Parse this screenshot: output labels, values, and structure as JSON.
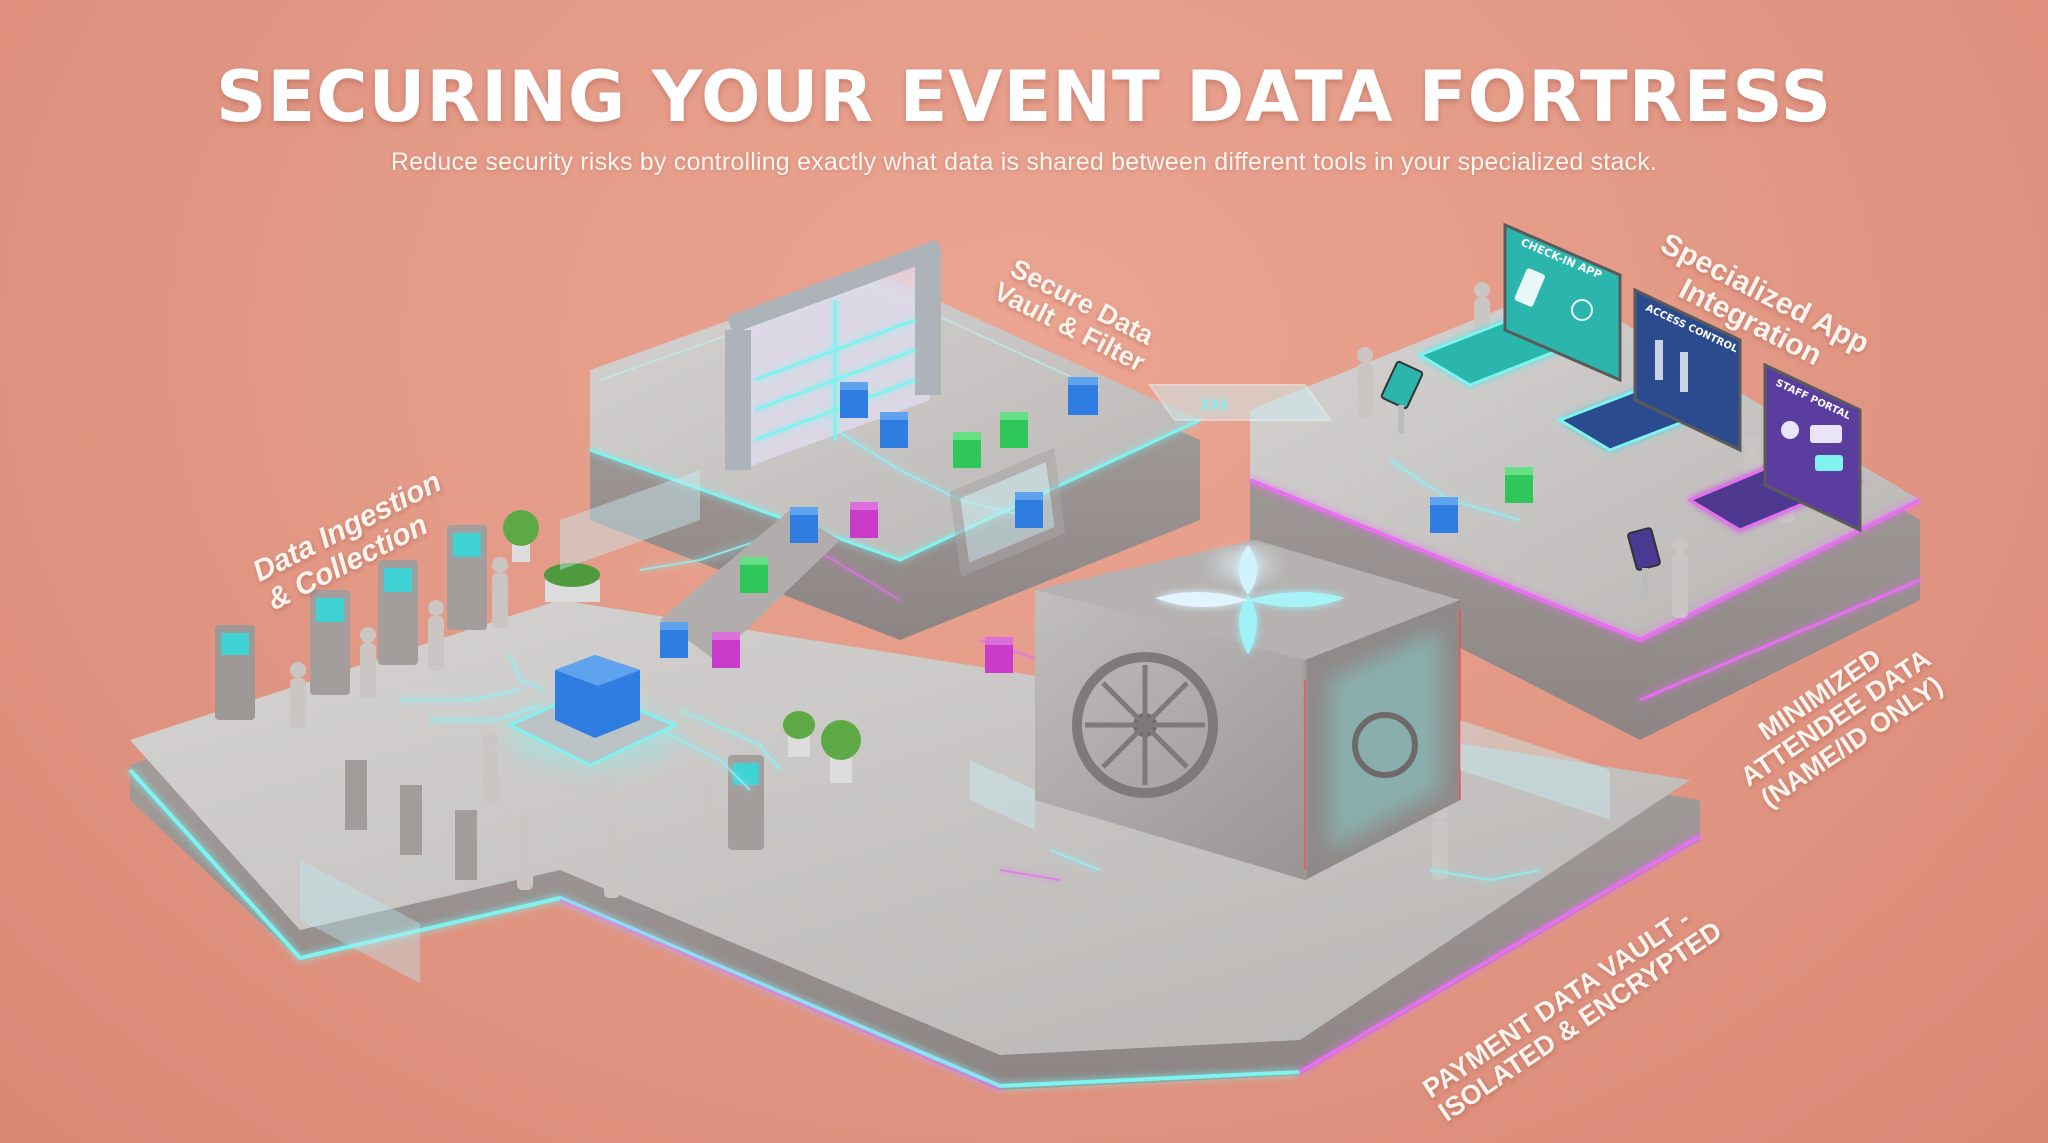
{
  "header": {
    "title": "SECURING YOUR EVENT DATA FORTRESS",
    "subtitle": "Reduce security risks by controlling exactly what data is shared between different tools in your specialized stack."
  },
  "zones": {
    "ingestion": {
      "label": "Data Ingestion\n& Collection"
    },
    "vault_filter": {
      "label": "Secure Data\nVault & Filter"
    },
    "specialized": {
      "label": "Specialized App\nIntegration"
    },
    "minimized": {
      "label": "MINIMIZED\nATTENDEE DATA\n(NAME/ID ONLY)"
    },
    "payment": {
      "label": "PAYMENT DATA VAULT -\nISOLATED & ENCRYPTED"
    }
  },
  "screens": {
    "checkin": "CHECK-IN APP",
    "access": "ACCESS CONTROL",
    "staff": "STAFF PORTAL"
  },
  "icons": {
    "flow_arrow": "chevron-triple-right",
    "vault_emblem": "four-petal-hologram",
    "data_cube": "data-packet-cube",
    "kiosk": "self-service-kiosk",
    "turnstile": "turnstile-gate",
    "plant": "potted-plant",
    "scanner_gate": "security-scanner-gate"
  },
  "colors": {
    "background": "#e39a87",
    "glow_cyan": "#7ff3f0",
    "glow_magenta": "#e66ff0",
    "cube_blue": "#2f7de0",
    "cube_green": "#2fc65a",
    "cube_magenta": "#c93bc8",
    "checkin_screen": "#2bb5ad",
    "access_screen": "#2c4b8f",
    "staff_screen": "#5a3d9e",
    "platform_gray": "#c9c7c5"
  }
}
